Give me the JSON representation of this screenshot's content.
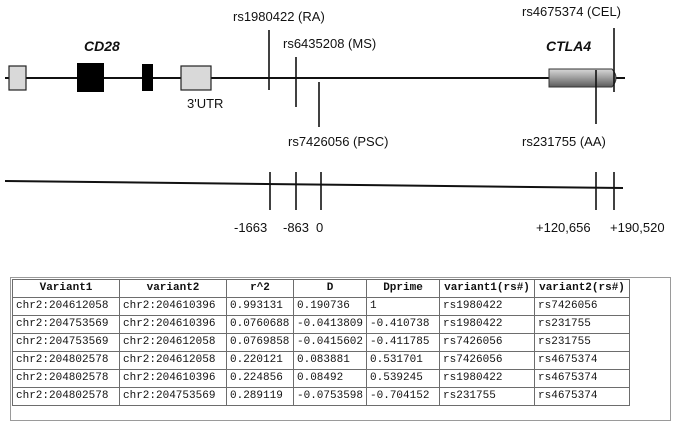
{
  "genes": {
    "cd28": "CD28",
    "ctla4": "CTLA4",
    "utr": "3'UTR"
  },
  "snps": {
    "rs1980422": "rs1980422 (RA)",
    "rs6435208": "rs6435208 (MS)",
    "rs7426056": "rs7426056 (PSC)",
    "rs4675374": "rs4675374 (CEL)",
    "rs231755": "rs231755 (AA)"
  },
  "positions": {
    "p1": "-1663",
    "p2": "-863",
    "p3": "0",
    "p4": "+120,656",
    "p5": "+190,520"
  },
  "table": {
    "headers": [
      "Variant1",
      "variant2",
      "r^2",
      "D",
      "Dprime",
      "variant1(rs#)",
      "variant2(rs#)"
    ],
    "rows": [
      [
        "chr2:204612058",
        "chr2:204610396",
        "0.993131",
        "0.190736",
        "1",
        "rs1980422",
        "rs7426056"
      ],
      [
        "chr2:204753569",
        "chr2:204610396",
        "0.0760688",
        "-0.0413809",
        "-0.410738",
        "rs1980422",
        "rs231755"
      ],
      [
        "chr2:204753569",
        "chr2:204612058",
        "0.0769858",
        "-0.0415602",
        "-0.411785",
        "rs7426056",
        "rs231755"
      ],
      [
        "chr2:204802578",
        "chr2:204612058",
        "0.220121",
        "0.083881",
        "0.531701",
        "rs7426056",
        "rs4675374"
      ],
      [
        "chr2:204802578",
        "chr2:204610396",
        "0.224856",
        "0.08492",
        "0.539245",
        "rs1980422",
        "rs4675374"
      ],
      [
        "chr2:204802578",
        "chr2:204753569",
        "0.289119",
        "-0.0753598",
        "-0.704152",
        "rs231755",
        "rs4675374"
      ]
    ]
  }
}
